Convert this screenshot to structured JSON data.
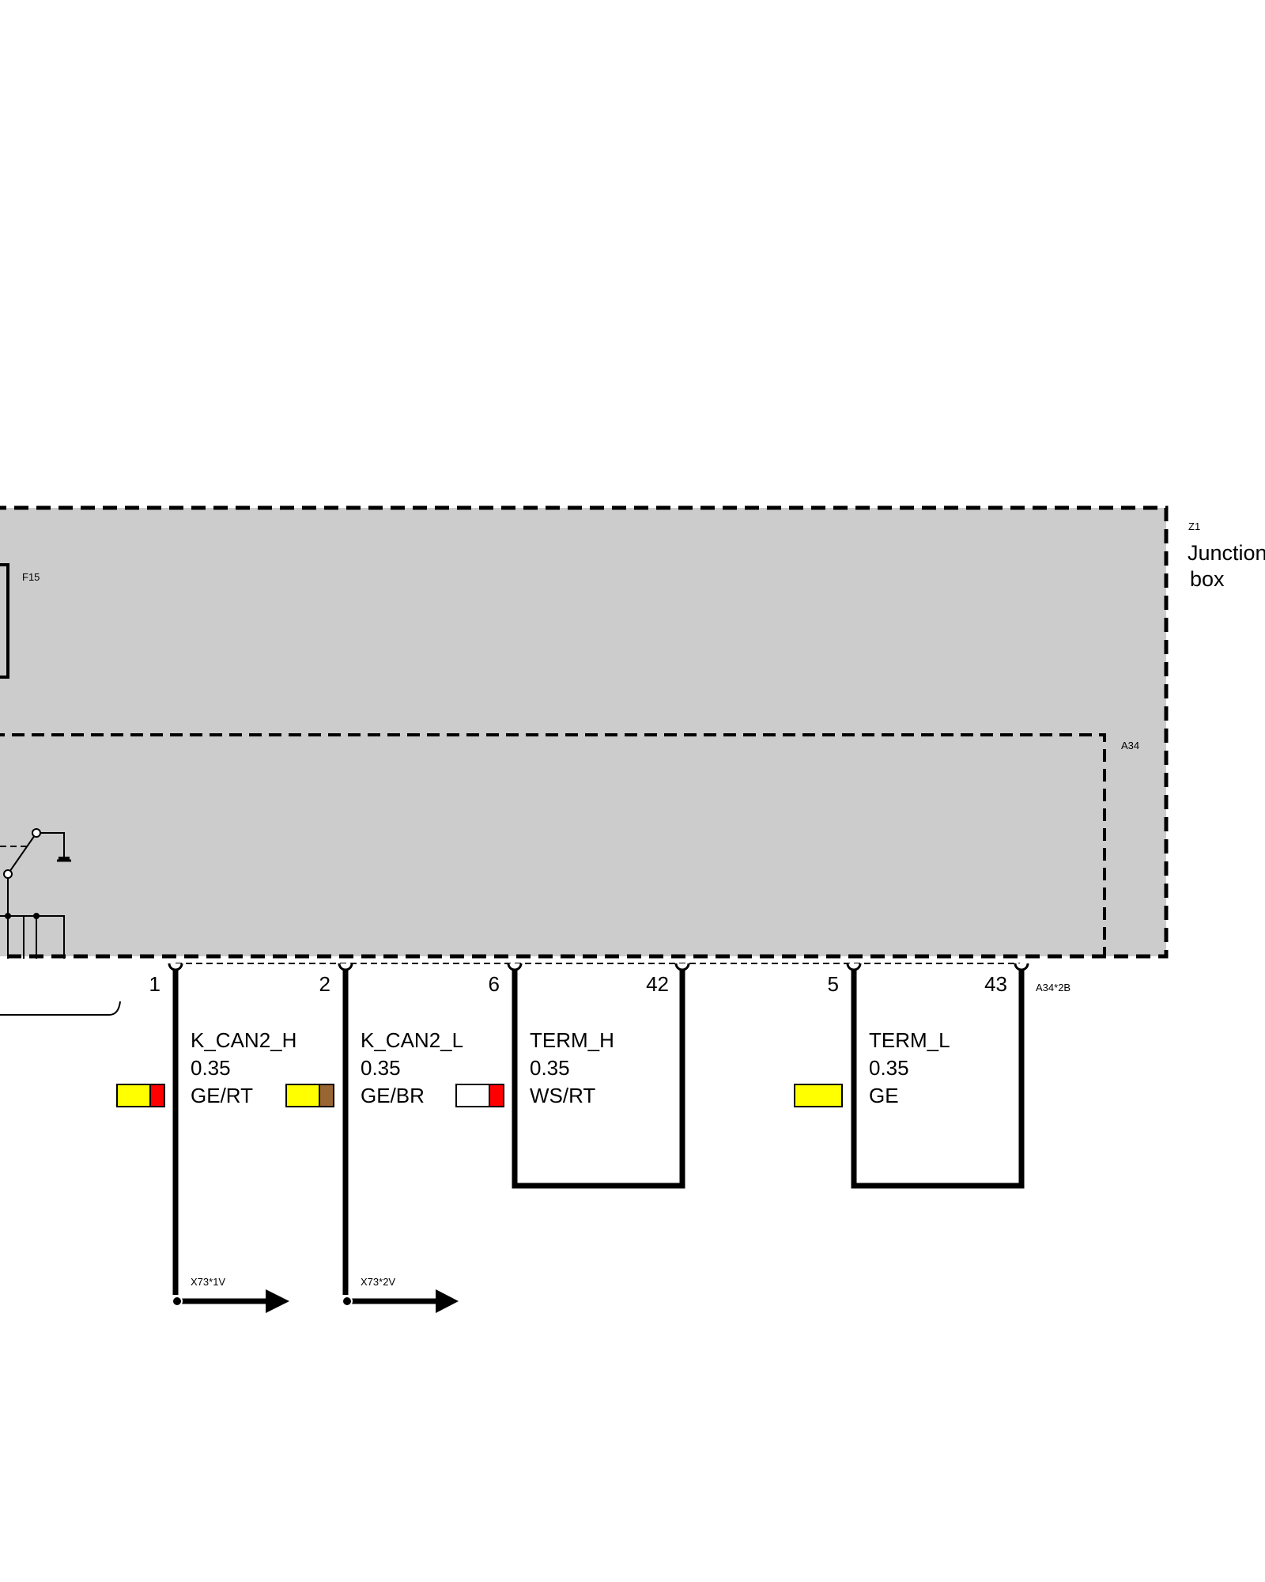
{
  "components": {
    "z1": {
      "id": "Z1",
      "title_line1": "Junction",
      "title_line2": "box"
    },
    "a34": {
      "id": "A34"
    },
    "fuse": {
      "id": "F15"
    }
  },
  "connector": {
    "id": "A34*2B"
  },
  "pins": [
    "1",
    "2",
    "6",
    "42",
    "5",
    "43"
  ],
  "wires": [
    {
      "signal": "K_CAN2_H",
      "size": "0.35",
      "color_code": "GE/RT",
      "colors": [
        "#ffff00",
        "#ff0000"
      ]
    },
    {
      "signal": "K_CAN2_L",
      "size": "0.35",
      "color_code": "GE/BR",
      "colors": [
        "#ffff00",
        "#996633"
      ]
    },
    {
      "signal": "TERM_H",
      "size": "0.35",
      "color_code": "WS/RT",
      "colors": [
        "#ffffff",
        "#ff0000"
      ]
    },
    {
      "signal": "TERM_L",
      "size": "0.35",
      "color_code": "GE",
      "colors": [
        "#ffff00"
      ]
    }
  ],
  "connections": [
    {
      "id": "X73*1V"
    },
    {
      "id": "X73*2V"
    }
  ],
  "colors": {
    "housing_fill": "#cccccc",
    "line": "#000000"
  }
}
